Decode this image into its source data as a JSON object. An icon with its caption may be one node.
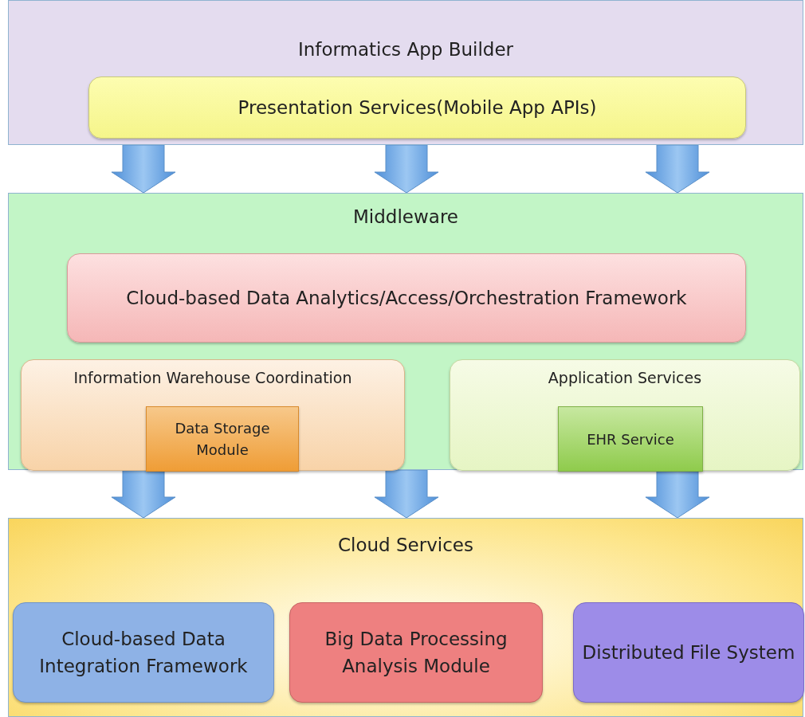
{
  "diagram": {
    "nodes": [
      {
        "text": [
          "Informatics App Builder"
        ]
      },
      {
        "text": [
          "Presentation Services(Mobile App APIs)"
        ],
        "in": 0
      },
      {
        "text": [
          "Middleware"
        ]
      },
      {
        "text": [
          "Cloud-based Data Analytics/Access/Orchestration  Framework"
        ],
        "in": 2
      },
      {
        "text": [
          "Information Warehouse Coordination"
        ],
        "in": 2
      },
      {
        "text": [
          "Data Storage Module"
        ],
        "in": 4
      },
      {
        "text": [
          "Application Services"
        ],
        "in": 2
      },
      {
        "text": [
          "EHR Service"
        ],
        "in": 6
      },
      {
        "text": [
          "Cloud Services"
        ]
      },
      {
        "text": [
          "Cloud-based Data Integration Framework"
        ],
        "in": 8
      },
      {
        "text": [
          "Big Data Processing Analysis Module"
        ],
        "in": 8
      },
      {
        "text": [
          "Distributed File System"
        ],
        "in": 8
      }
    ],
    "edges": [
      {
        "from": 0,
        "to": 2,
        "arrow": "to"
      },
      {
        "from": 0,
        "to": 2,
        "arrow": "to"
      },
      {
        "from": 0,
        "to": 2,
        "arrow": "to"
      },
      {
        "from": 2,
        "to": 8,
        "arrow": "to"
      },
      {
        "from": 2,
        "to": 8,
        "arrow": "to"
      },
      {
        "from": 2,
        "to": 8,
        "arrow": "to"
      }
    ]
  }
}
